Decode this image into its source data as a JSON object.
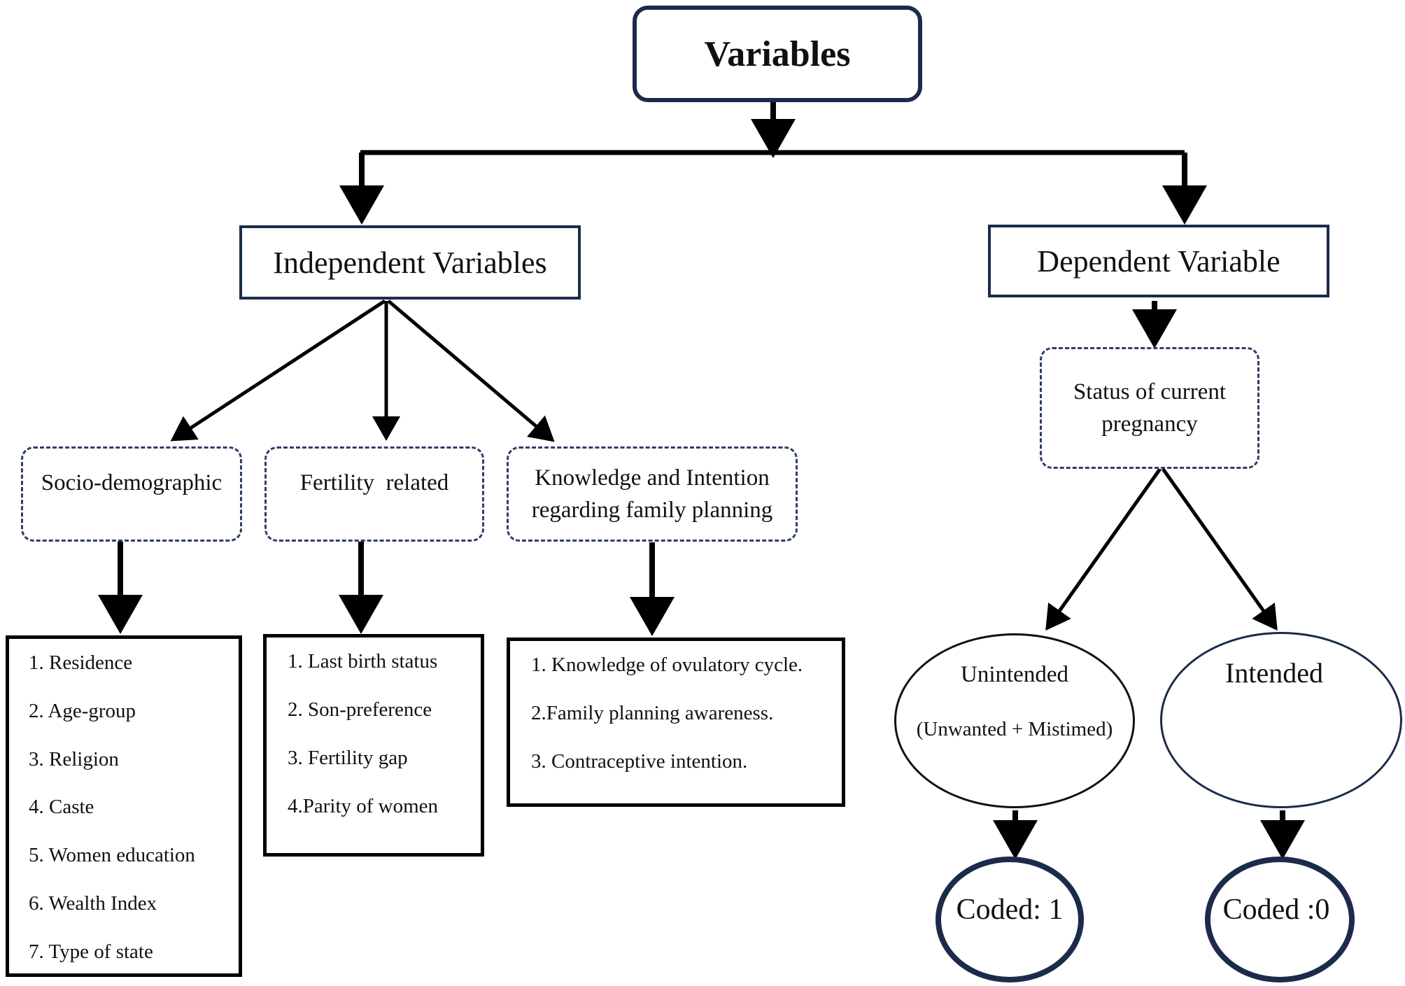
{
  "root": {
    "label": "Variables"
  },
  "independent": {
    "label": "Independent Variables",
    "groups": [
      {
        "label": "Socio-demographic",
        "items": [
          "1. Residence",
          "2. Age-group",
          "3. Religion",
          "4. Caste",
          "5. Women education",
          "6. Wealth Index",
          "7. Type of state"
        ]
      },
      {
        "label": "Fertility  related",
        "items": [
          "1. Last birth status",
          "2. Son-preference",
          "3. Fertility gap",
          "4.Parity of women"
        ]
      },
      {
        "label_line1": "Knowledge and Intention",
        "label_line2": "regarding family planning",
        "items": [
          "1. Knowledge of ovulatory cycle.",
          "2.Family planning awareness.",
          "3. Contraceptive intention."
        ]
      }
    ]
  },
  "dependent": {
    "label": "Dependent Variable",
    "status": {
      "line1": "Status of current",
      "line2": "pregnancy"
    },
    "unintended": {
      "label": "Unintended",
      "sub": "(Unwanted + Mistimed)",
      "code": "Coded: 1"
    },
    "intended": {
      "label": "Intended",
      "code": "Coded :0"
    }
  },
  "colors": {
    "navy_border": "#1c2b4a",
    "dashed_border": "#2d3f66",
    "arrow": "#000000"
  }
}
